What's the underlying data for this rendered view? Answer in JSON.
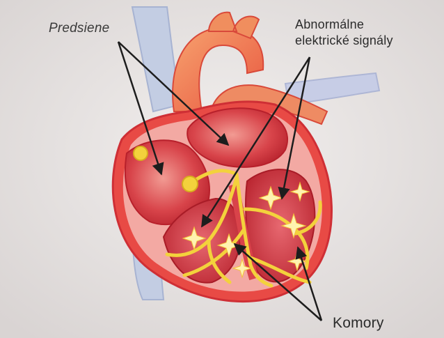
{
  "labels": {
    "atria": "Predsiene",
    "abnormal_signals": "Abnormálne\nelektrické signály",
    "ventricles": "Komory"
  },
  "colors": {
    "background": "#e9e5e4",
    "vein_blue": "#b9c4de",
    "heart_wall": "#e2453f",
    "chamber": "#c8242c",
    "aorta": "#f07a52",
    "conduction_yellow": "#f3d23c",
    "arrow": "#1d1d1d"
  }
}
